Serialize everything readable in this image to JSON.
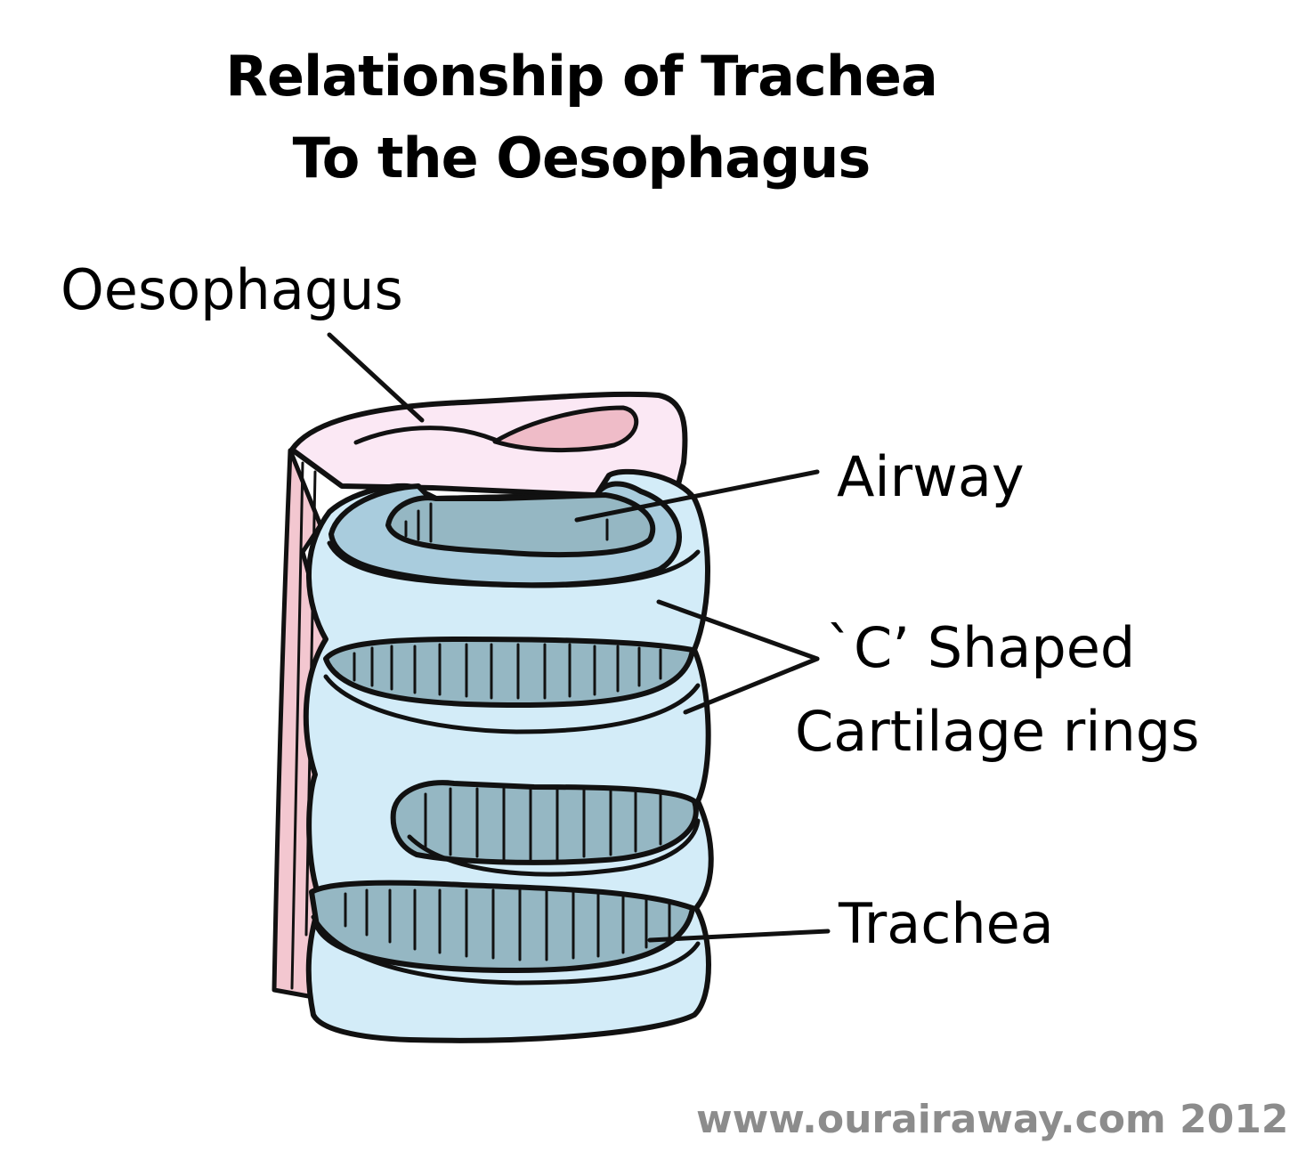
{
  "title": {
    "line1": "Relationship of Trachea",
    "line2": "To the Oesophagus"
  },
  "labels": {
    "oesophagus": "Oesophagus",
    "airway": "Airway",
    "c_shaped_line1": "`C’ Shaped",
    "c_shaped_line2": "Cartilage rings",
    "trachea": "Trachea"
  },
  "credit": "www.ourairaway.com 2012",
  "colors": {
    "oesophagus_fill": "#fbe8f4",
    "oesophagus_side": "#f3c7d0",
    "oesophagus_lumen": "#efbcc8",
    "cartilage_fill": "#d3ecf8",
    "ring_inner": "#a9ccdd",
    "membrane_fill": "#95b7c3",
    "outline": "#111111",
    "credit_text": "#8c8c8c"
  }
}
